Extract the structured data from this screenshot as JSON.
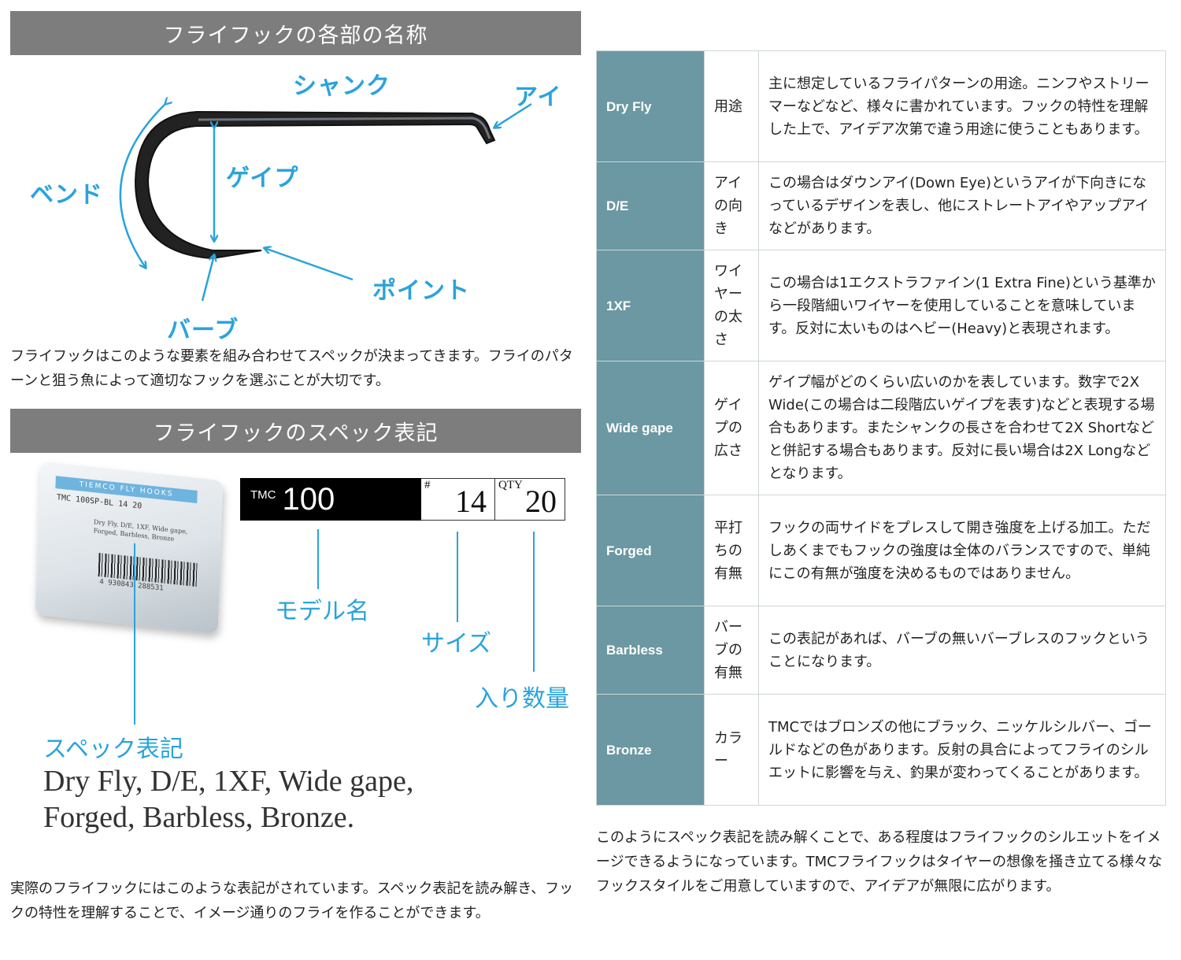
{
  "section1": {
    "title": "フライフックの各部の名称",
    "labels": {
      "shank": "シャンク",
      "eye": "アイ",
      "gape": "ゲイプ",
      "bend": "ベンド",
      "point": "ポイント",
      "barb": "バーブ"
    },
    "caption": "フライフックはこのような要素を組み合わせてスペックが決まってきます。フライのパターンと狙う魚によって適切なフックを選ぶことが大切です。"
  },
  "section2": {
    "title": "フライフックのスペック表記",
    "box": {
      "brand": "TIEMCO FLY HOOKS",
      "code": "TMC 100SP-BL  14  20",
      "spec_text": "Dry Fly, D/E, 1XF, Wide gape, Forged, Barbless, Bronze",
      "barcode": "4 930843 288531"
    },
    "strip": {
      "brand": "TMC",
      "model": "100",
      "size_key": "#",
      "size": "14",
      "qty_key": "QTY",
      "qty": "20"
    },
    "labels": {
      "model": "モデル名",
      "size": "サイズ",
      "qty": "入り数量",
      "spec": "スペック表記"
    },
    "spec_line1": "Dry Fly, D/E, 1XF, Wide gape,",
    "spec_line2": "Forged, Barbless, Bronze.",
    "caption": "実際のフライフックにはこのような表記がされています。スペック表記を読み解き、フックの特性を理解することで、イメージ通りのフライを作ることができます。"
  },
  "table": {
    "rows": [
      {
        "code": "Dry Fly",
        "meaning": "用途",
        "desc": "主に想定しているフライパターンの用途。ニンフやストリーマーなどなど、様々に書かれています。フックの特性を理解した上で、アイデア次第で違う用途に使うこともあります。"
      },
      {
        "code": "D/E",
        "meaning": "アイの向き",
        "desc": "この場合はダウンアイ(Down Eye)というアイが下向きになっているデザインを表し、他にストレートアイやアップアイなどがあります。"
      },
      {
        "code": "1XF",
        "meaning": "ワイヤーの太さ",
        "desc": "この場合は1エクストラファイン(1 Extra Fine)という基準から一段階細いワイヤーを使用していることを意味しています。反対に太いものはヘビー(Heavy)と表現されます。"
      },
      {
        "code": "Wide gape",
        "meaning": "ゲイプの広さ",
        "desc": "ゲイプ幅がどのくらい広いのかを表しています。数字で2X Wide(この場合は二段階広いゲイプを表す)などと表現する場合もあります。またシャンクの長さを合わせて2X Shortなどと併記する場合もあります。反対に長い場合は2X Longなどとなります。"
      },
      {
        "code": "Forged",
        "meaning": "平打ちの有無",
        "desc": "フックの両サイドをプレスして開き強度を上げる加工。ただしあくまでもフックの強度は全体のバランスですので、単純にこの有無が強度を決めるものではありません。"
      },
      {
        "code": "Barbless",
        "meaning": "バーブの有無",
        "desc": "この表記があれば、バーブの無いバーブレスのフックということになります。"
      },
      {
        "code": "Bronze",
        "meaning": "カラー",
        "desc": "TMCではブロンズの他にブラック、ニッケルシルバー、ゴールドなどの色があります。反射の具合によってフライのシルエットに影響を与え、釣果が変わってくることがあります。"
      }
    ]
  },
  "closing": "このようにスペック表記を読み解くことで、ある程度はフライフックのシルエットをイメージできるようになっています。TMCフライフックはタイヤーの想像を掻き立てる様々なフックスタイルをご用意していますので、アイデアが無限に広がります。"
}
